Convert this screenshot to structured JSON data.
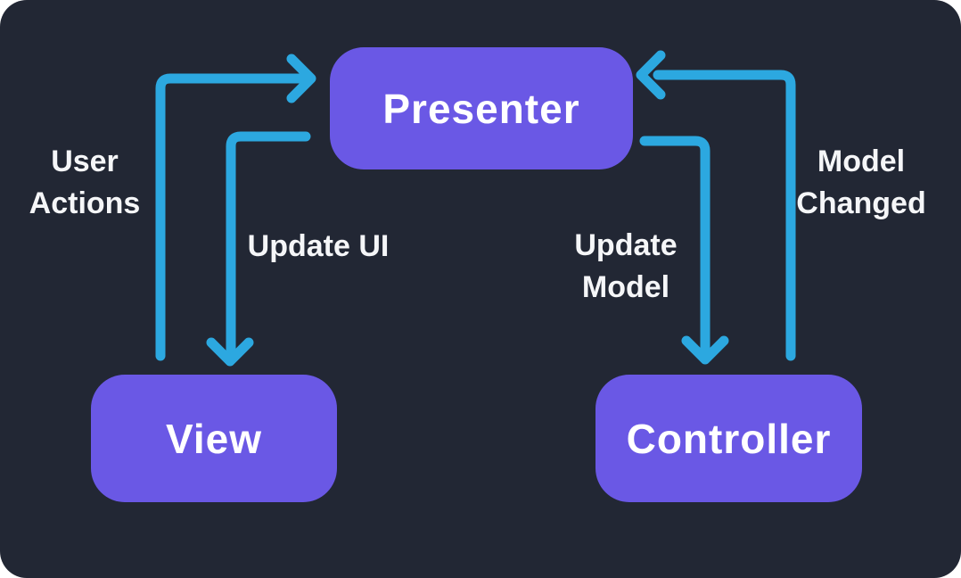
{
  "colors": {
    "page_bg": "#ffffff",
    "canvas_bg": "#222734",
    "node_bg": "#6A58E5",
    "arrow": "#2CA8E0",
    "node_text": "#ffffff",
    "label_text": "#F5F6F8"
  },
  "nodes": {
    "presenter": {
      "label": "Presenter"
    },
    "view": {
      "label": "View"
    },
    "controller": {
      "label": "Controller"
    }
  },
  "edges": {
    "user_actions": {
      "lines": [
        "User",
        "Actions"
      ],
      "from": "View",
      "to": "Presenter"
    },
    "update_ui": {
      "lines": [
        "Update UI"
      ],
      "from": "Presenter",
      "to": "View"
    },
    "update_model": {
      "lines": [
        "Update",
        "Model"
      ],
      "from": "Presenter",
      "to": "Controller"
    },
    "model_changed": {
      "lines": [
        "Model",
        "Changed"
      ],
      "from": "Controller",
      "to": "Presenter"
    }
  }
}
